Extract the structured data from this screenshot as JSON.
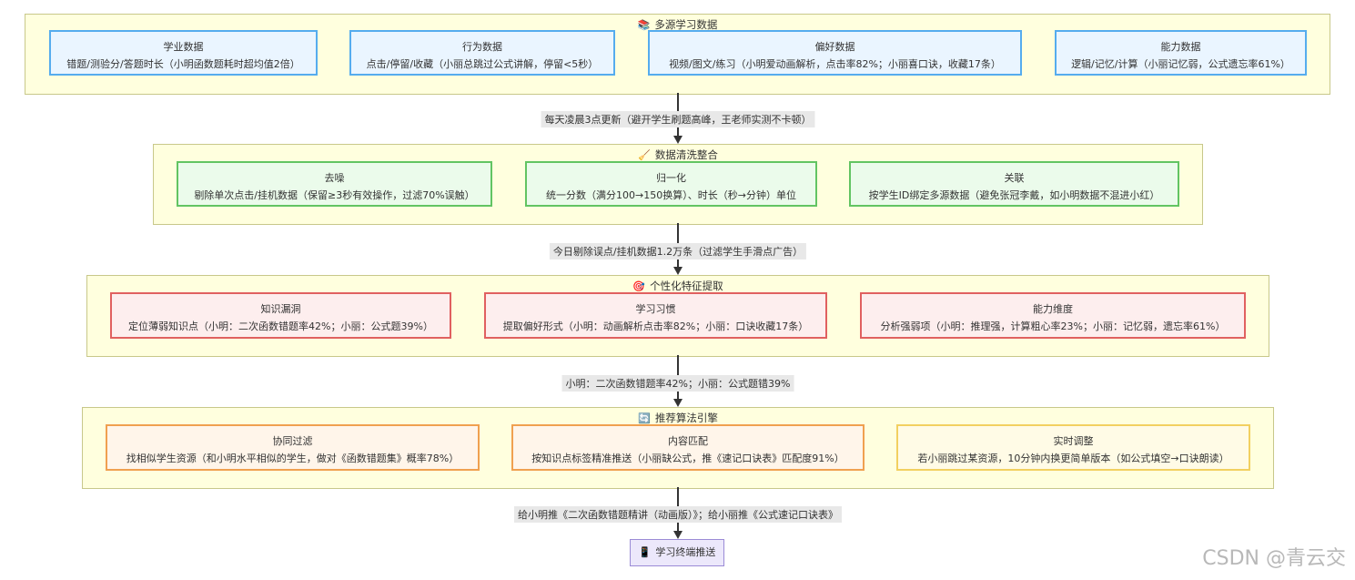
{
  "stage1": {
    "icon": "📚",
    "title": "多源学习数据",
    "nodes": [
      {
        "title": "学业数据",
        "desc": "错题/测验分/答题时长（小明函数题耗时超均值2倍）"
      },
      {
        "title": "行为数据",
        "desc": "点击/停留/收藏（小丽总跳过公式讲解，停留<5秒）"
      },
      {
        "title": "偏好数据",
        "desc": "视频/图文/练习（小明爱动画解析，点击率82%；小丽喜口诀，收藏17条）"
      },
      {
        "title": "能力数据",
        "desc": "逻辑/记忆/计算（小丽记忆弱，公式遗忘率61%）"
      }
    ]
  },
  "edge1": "每天凌晨3点更新（避开学生刷题高峰，王老师实测不卡顿）",
  "stage2": {
    "icon": "🧹",
    "title": "数据清洗整合",
    "nodes": [
      {
        "title": "去噪",
        "desc": "剔除单次点击/挂机数据（保留≥3秒有效操作，过滤70%误触）"
      },
      {
        "title": "归一化",
        "desc": "统一分数（满分100→150换算）、时长（秒→分钟）单位"
      },
      {
        "title": "关联",
        "desc": "按学生ID绑定多源数据（避免张冠李戴，如小明数据不混进小红）"
      }
    ]
  },
  "edge2": "今日剔除误点/挂机数据1.2万条（过滤学生手滑点广告）",
  "stage3": {
    "icon": "🎯",
    "title": "个性化特征提取",
    "nodes": [
      {
        "title": "知识漏洞",
        "desc": "定位薄弱知识点（小明：二次函数错题率42%；小丽：公式题39%）"
      },
      {
        "title": "学习习惯",
        "desc": "提取偏好形式（小明：动画解析点击率82%；小丽：口诀收藏17条）"
      },
      {
        "title": "能力维度",
        "desc": "分析强弱项（小明：推理强，计算粗心率23%；小丽：记忆弱，遗忘率61%）"
      }
    ]
  },
  "edge3": "小明：二次函数错题率42%；小丽：公式题错39%",
  "stage4": {
    "icon": "🔄",
    "title": "推荐算法引擎",
    "nodes": [
      {
        "title": "协同过滤",
        "desc": "找相似学生资源（和小明水平相似的学生，做对《函数错题集》概率78%）"
      },
      {
        "title": "内容匹配",
        "desc": "按知识点标签精准推送（小丽缺公式，推《速记口诀表》匹配度91%）"
      },
      {
        "title": "实时调整",
        "desc": "若小丽跳过某资源，10分钟内换更简单版本（如公式填空→口诀朗读）"
      }
    ]
  },
  "edge4": "给小明推《二次函数错题精讲（动画版）》；给小丽推《公式速记口诀表》",
  "final": {
    "icon": "📱",
    "label": "学习终端推送"
  },
  "watermark": "CSDN @青云交",
  "colors": {
    "stage_bg": "#ffffde",
    "blue": "#55acee",
    "green": "#62c462",
    "red": "#e06060",
    "orange": "#f0a050",
    "yellow": "#f2d060",
    "final": "#9b8bd6"
  }
}
